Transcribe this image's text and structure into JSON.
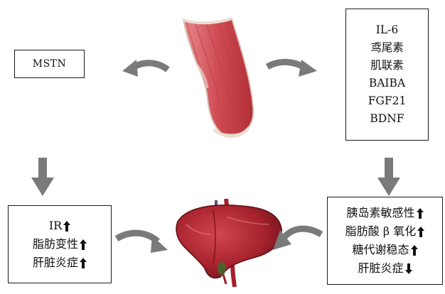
{
  "mstn_box": {
    "label": "MSTN"
  },
  "myokines_box": {
    "items": [
      "IL-6",
      "鸢尾素",
      "肌联素",
      "BAIBA",
      "FGF21",
      "BDNF"
    ]
  },
  "left_effects_box": {
    "items": [
      {
        "text": "IR",
        "direction": "up"
      },
      {
        "text": "脂肪变性",
        "direction": "up"
      },
      {
        "text": "肝脏炎症",
        "direction": "up"
      }
    ]
  },
  "right_effects_box": {
    "items": [
      {
        "text": "胰岛素敏感性",
        "direction": "up"
      },
      {
        "text": "脂肪酸 β 氧化",
        "direction": "up"
      },
      {
        "text": "糖代谢稳态",
        "direction": "up"
      },
      {
        "text": "肝脏炎症",
        "direction": "down"
      }
    ]
  },
  "colors": {
    "arrow_gray": "#7a7a7a",
    "muscle_red": "#c8404a",
    "liver_red": "#a8232e"
  },
  "icons": [
    "muscle-illustration",
    "liver-illustration",
    "up-arrow-icon",
    "down-arrow-icon"
  ]
}
